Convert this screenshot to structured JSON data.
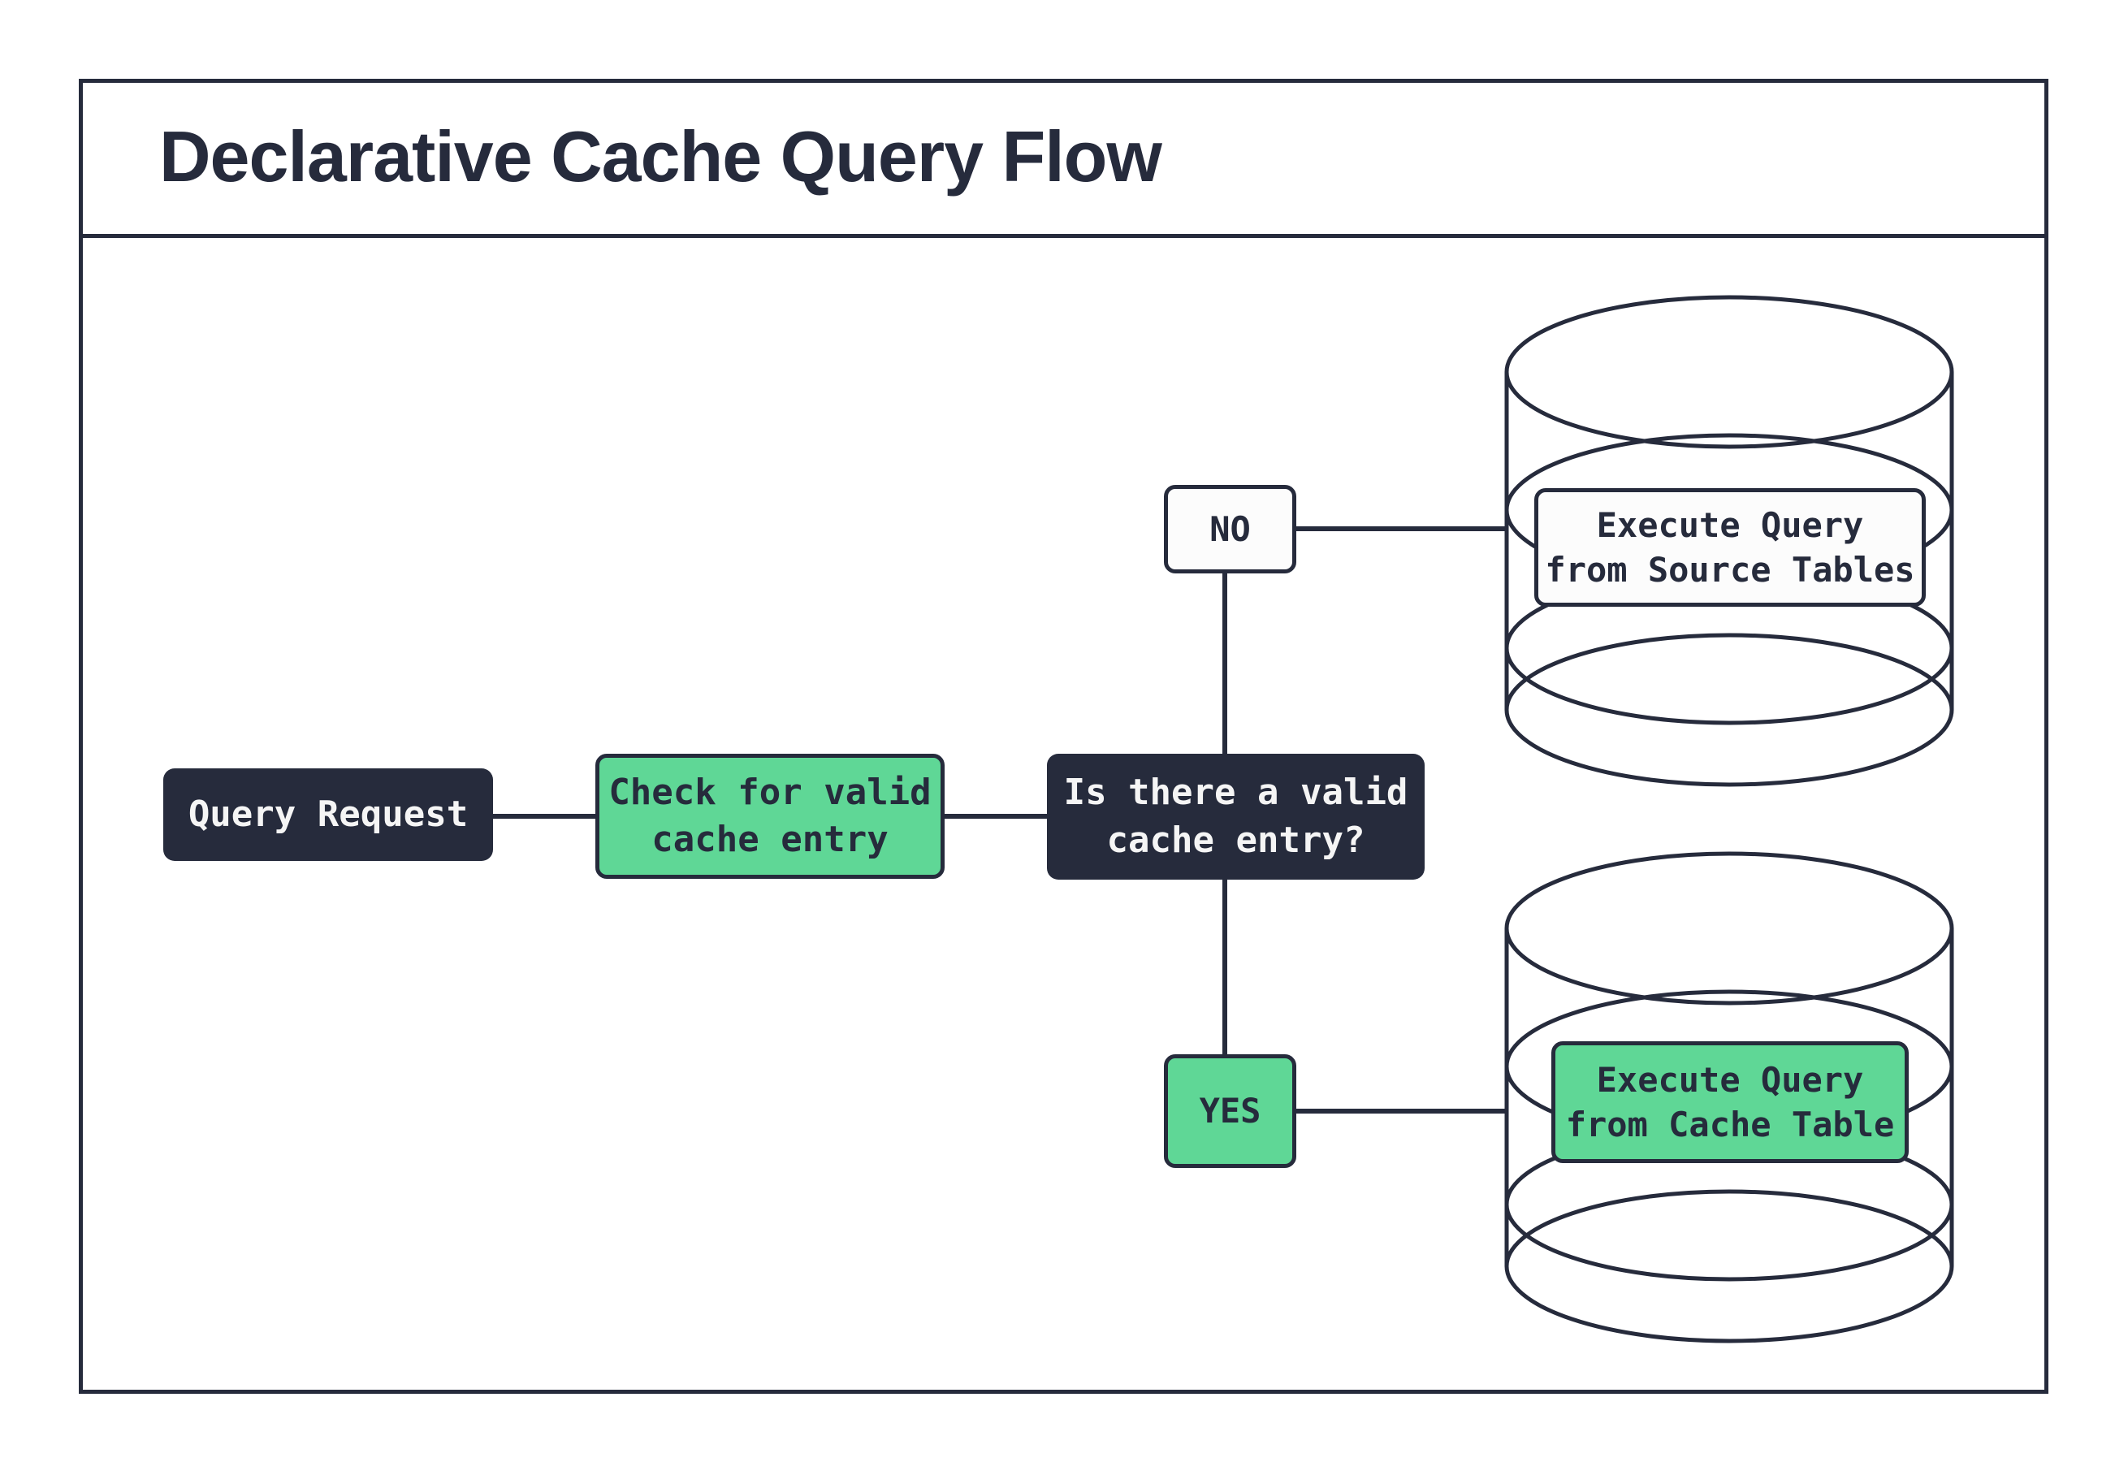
{
  "title": "Declarative Cache Query Flow",
  "colors": {
    "dark_navy": "#262b3c",
    "green": "#5fd796",
    "off_white": "#fcfcfc",
    "text_on_dark": "#f5f5f5"
  },
  "nodes": {
    "query_request": {
      "label": "Query Request"
    },
    "check_cache": {
      "lines": [
        "Check for valid",
        "cache entry"
      ]
    },
    "decision": {
      "lines": [
        "Is there a valid",
        "cache entry?"
      ]
    },
    "no_branch": {
      "label": "NO"
    },
    "yes_branch": {
      "label": "YES"
    },
    "source_db": {
      "lines": [
        "Execute Query",
        "from Source Tables"
      ]
    },
    "cache_db": {
      "lines": [
        "Execute Query",
        "from Cache Table"
      ]
    }
  }
}
